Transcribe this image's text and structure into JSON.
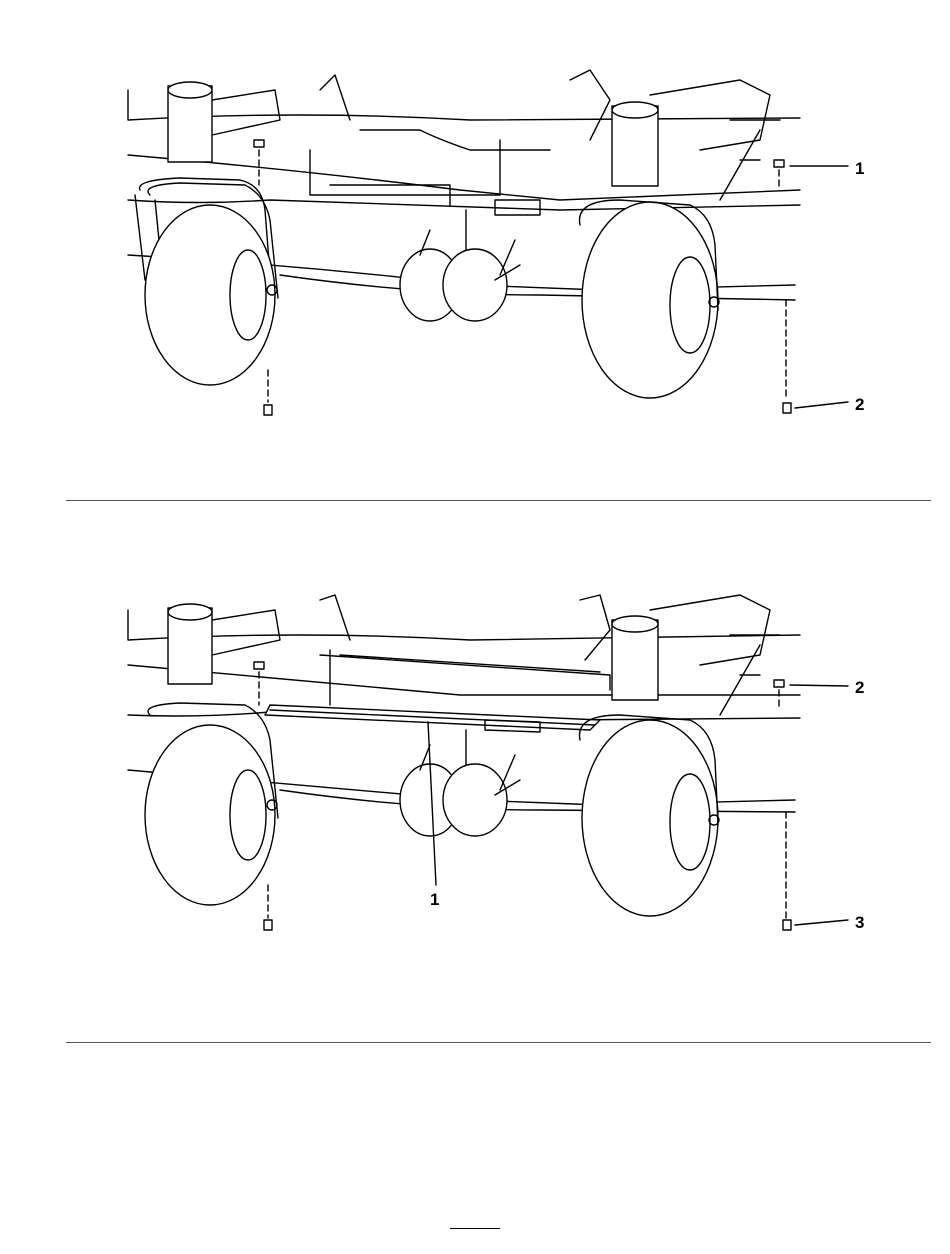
{
  "figures": [
    {
      "callouts": [
        {
          "label": "1"
        },
        {
          "label": "2"
        }
      ]
    },
    {
      "callouts": [
        {
          "label": "1"
        },
        {
          "label": "2"
        },
        {
          "label": "3"
        }
      ]
    }
  ],
  "footer": {
    "page_number": ""
  }
}
